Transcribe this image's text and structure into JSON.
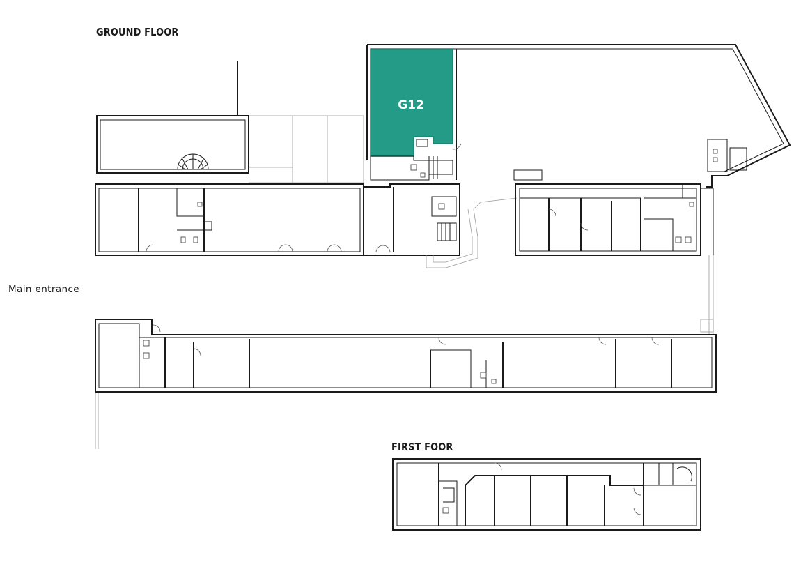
{
  "labels": {
    "ground_floor": "GROUND FLOOR",
    "first_floor": "FIRST FOOR",
    "main_entrance": "Main entrance"
  },
  "units": {
    "highlighted": {
      "label": "G12",
      "color": "#239b86"
    }
  },
  "colors": {
    "walls": "#1a1a1a",
    "background": "#ffffff"
  }
}
